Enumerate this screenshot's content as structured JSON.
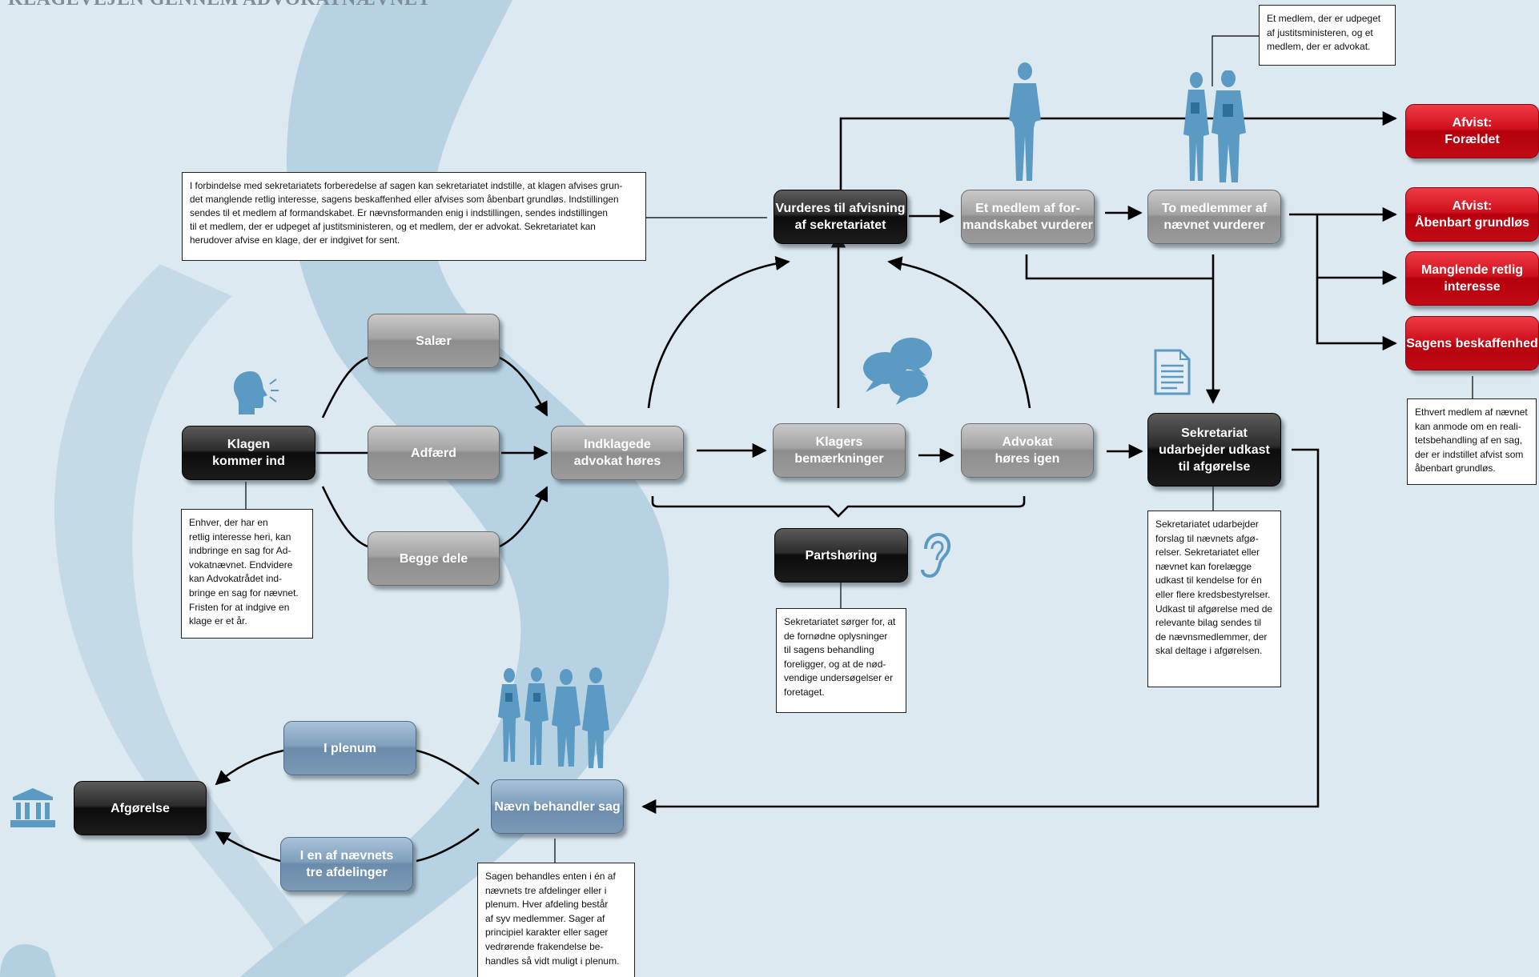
{
  "title": "KLAGEVEJEN GENNEM ADVOKATNÆVNET",
  "colors": {
    "background": "#dde9f1",
    "swoosh": "#a9c9dc",
    "dark_node": "#1b1b1b",
    "gray_node": "#9b9b9b",
    "red_node": "#c20a16",
    "blue_node": "#7b99b5",
    "icon_blue": "#5b9ac2"
  },
  "nodes": {
    "klagen": "Klagen\nkommer ind",
    "salaer": "Salær",
    "adfaerd": "Adfærd",
    "begge": "Begge dele",
    "indklagede": "Indklagede\nadvokat høres",
    "klagers": "Klagers\nbemærkninger",
    "advokat_igen": "Advokat\nhøres igen",
    "partshoering": "Partshøring",
    "vurderes": "Vurderes til afvisning\naf sekretariatet",
    "et_medlem": "Et medlem af for-\nmandskabet vurderer",
    "to_medlemmer": "To medlemmer af\nnævnet vurderer",
    "sekretariat": "Sekretariat\nudarbejder udkast\ntil afgørelse",
    "afvist_foraeldet": "Afvist:\nForældet",
    "afvist_grundloes": "Afvist:\nÅbenbart grundløs",
    "manglende": "Manglende retlig\ninteresse",
    "beskaffenhed": "Sagens beskaffenhed",
    "naevn": "Nævn behandler sag",
    "plenum": "I plenum",
    "afdelinger": "I en af nævnets\ntre afdelinger",
    "afgoerelse": "Afgørelse"
  },
  "notes": {
    "klagen": "Enhver, der har en\nretlig interesse heri, kan\nindbringe en sag for Ad-\nvokatnævnet. Endvidere\nkan Advokatrådet ind-\nbringe en sag for nævnet.\nFristen for at indgive en\nklage er et år.",
    "vurderes": "I forbindelse med sekretariatets forberedelse af sagen kan sekretariatet indstille, at klagen afvises grun-\ndet manglende retlig interesse, sagens beskaffenhed eller afvises som åbenbart grundløs. Indstillingen\nsendes til et medlem af formandskabet. Er nævnsformanden enig i indstillingen, sendes indstillingen\ntil et medlem, der er udpeget af justitsministeren, og et medlem, der er advokat. Sekretariatet kan\nherudover afvise en klage, der er indgivet for sent.",
    "medlem": "Et medlem, der er udpeget\naf justitsministeren, og et\nmedlem, der er advokat.",
    "afvist": "Ethvert medlem af nævnet\nkan anmode om en reali-\ntetsbehandling af en sag,\nder er indstillet afvist som\nåbenbart grundløs.",
    "partshoering": "Sekretariatet sørger for, at\nde fornødne oplysninger\ntil sagens behandling\nforeligger, og at de nød-\nvendige undersøgelser er\nforetaget.",
    "sekretariat": "Sekretariatet udarbejder\nforslag til nævnets afgø-\nrelser. Sekretariatet eller\nnævnet kan forelægge\nudkast til kendelse for én\neller flere kredsbestyrelser.\nUdkast til afgørelse med de\nrelevante bilag sendes  til\nde nævnsmedlemmer, der\nskal deltage i afgørelsen.",
    "naevn": "Sagen behandles enten i én af\nnævnets tre afdelinger eller i\nplenum. Hver afdeling består\naf syv medlemmer. Sager af\nprincipiel karakter eller sager\nvedrørende frakendelse be-\nhandles så vidt muligt i plenum."
  },
  "icons": [
    "speaking-person-icon",
    "speech-bubbles-icon",
    "ear-icon",
    "document-icon",
    "standing-man-icon",
    "two-people-icon",
    "group-of-people-icon",
    "courthouse-icon"
  ]
}
